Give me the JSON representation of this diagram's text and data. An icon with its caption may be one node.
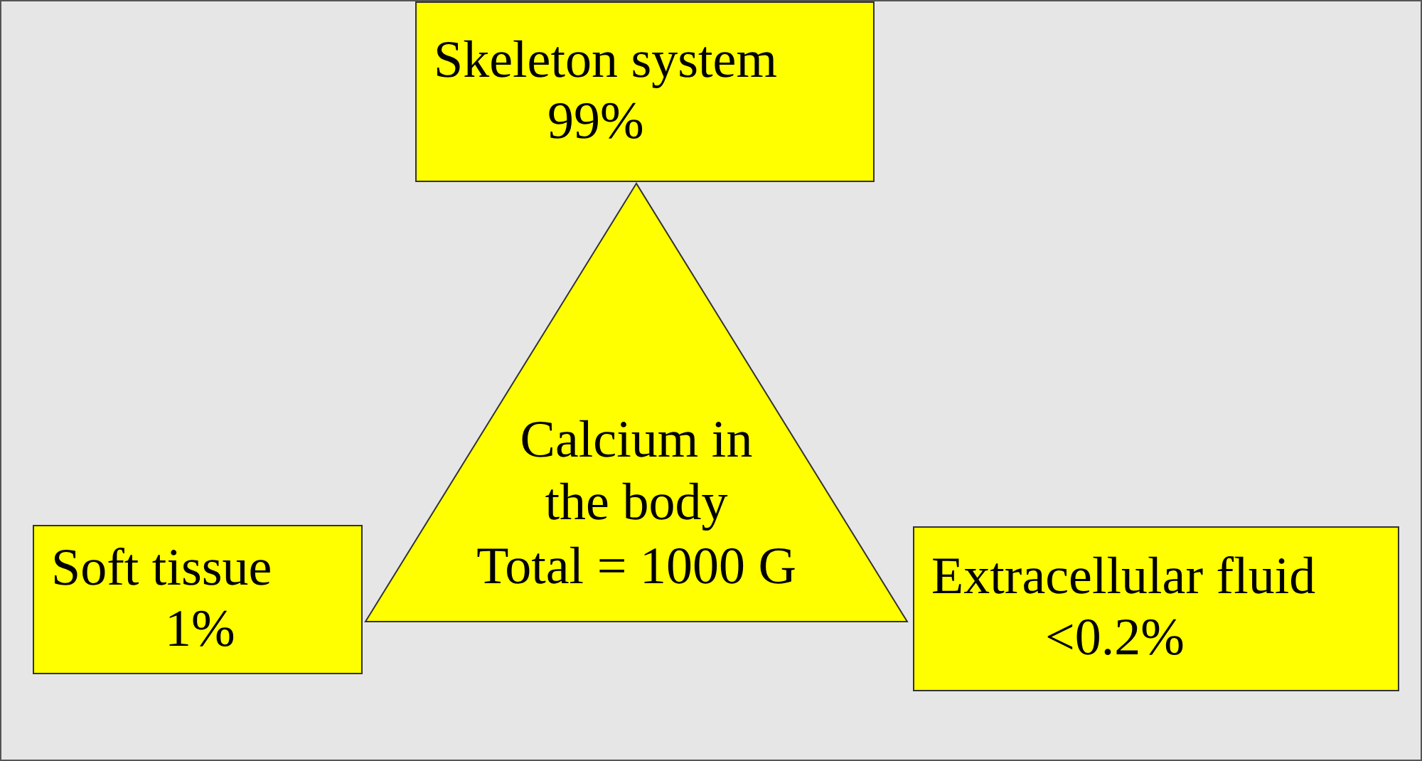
{
  "diagram": {
    "nodes": [
      {
        "text": [
          "Skeleton system",
          "99%"
        ]
      },
      {
        "text": [
          "Calcium in the body",
          "Total = 1000 G"
        ]
      },
      {
        "text": [
          "Soft tissue",
          "1%"
        ]
      },
      {
        "text": [
          "Extracellular fluid",
          "<0.2%"
        ]
      }
    ],
    "edges": []
  }
}
